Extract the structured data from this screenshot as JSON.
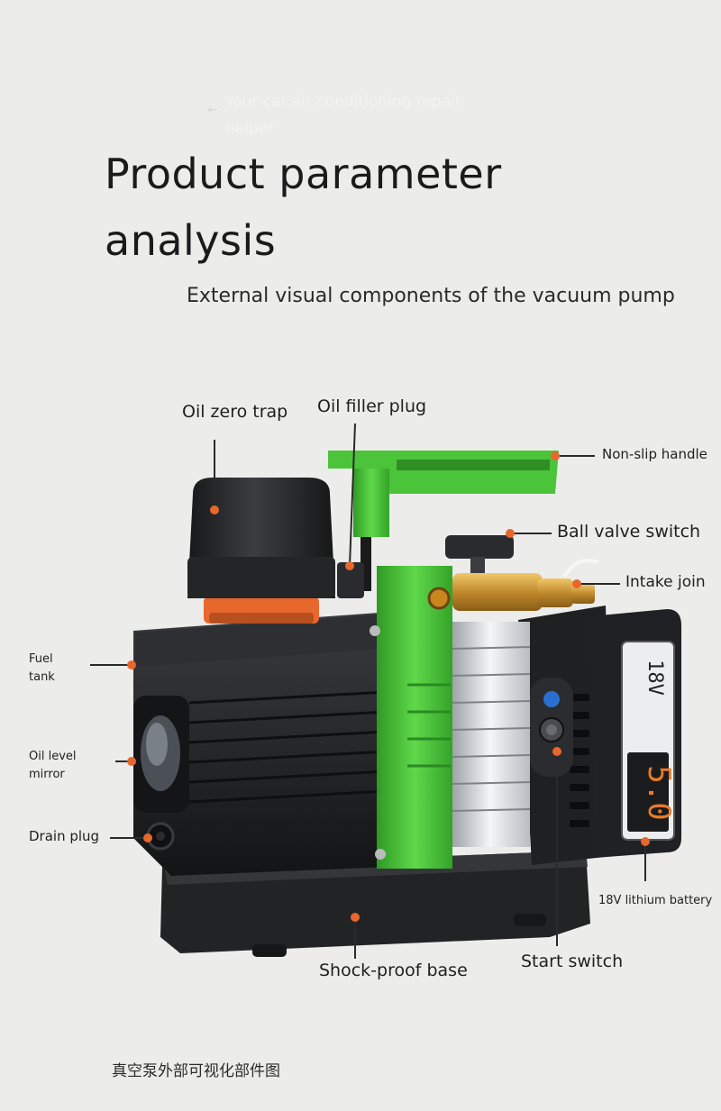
{
  "header": {
    "watermark": "Your car air conditioning repair helper",
    "title": "Product parameter analysis",
    "subtitle": "External visual components of the vacuum pump"
  },
  "callouts": {
    "oil_zero_trap": "Oil zero trap",
    "oil_filler_plug": "Oil filler plug",
    "non_slip_handle": "Non-slip handle",
    "ball_valve_switch": "Ball valve switch",
    "intake_join": "Intake join",
    "fuel_tank": "Fuel\ntank",
    "oil_level_mirror": "Oil level\nmirror",
    "drain_plug": "Drain plug",
    "battery": "18V lithium battery",
    "start_switch": "Start switch",
    "shock_proof_base": "Shock-proof base"
  },
  "battery_display": {
    "voltage": "18V",
    "capacity": "5.0"
  },
  "footer": {
    "caption": "真空泵外部可视化部件图"
  },
  "colors": {
    "accent_green": "#4cc43a",
    "marker_orange": "#e8672d",
    "pump_black": "#1e1f21"
  }
}
